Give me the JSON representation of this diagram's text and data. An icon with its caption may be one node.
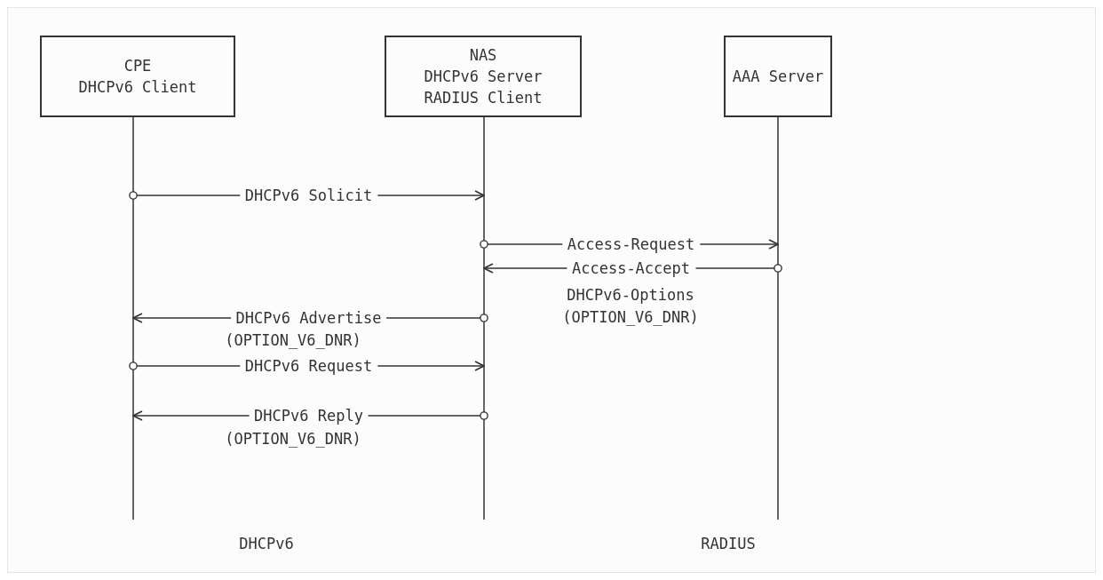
{
  "diagram": {
    "nodes": [
      {
        "text": [
          "CPE",
          "DHCPv6 Client"
        ]
      },
      {
        "text": [
          "NAS",
          "DHCPv6 Server",
          "RADIUS Client"
        ]
      },
      {
        "text": [
          "AAA Server"
        ]
      }
    ],
    "edges": [
      {
        "from": 0,
        "to": 1,
        "arrow": "to",
        "label": "DHCPv6 Solicit"
      },
      {
        "from": 1,
        "to": 2,
        "arrow": "to",
        "label": "Access-Request"
      },
      {
        "from": 2,
        "to": 1,
        "arrow": "to",
        "label": "Access-Accept"
      },
      {
        "from": 1,
        "to": 0,
        "arrow": "to",
        "label": "DHCPv6 Advertise"
      },
      {
        "from": 0,
        "to": 1,
        "arrow": "to",
        "label": "DHCPv6 Request"
      },
      {
        "from": 1,
        "to": 0,
        "arrow": "to",
        "label": "DHCPv6 Reply"
      }
    ],
    "labels": [
      "DHCPv6-Options",
      "(OPTION_V6_DNR)",
      "(OPTION_V6_DNR)",
      "(OPTION_V6_DNR)",
      "DHCPv6",
      "RADIUS"
    ]
  }
}
